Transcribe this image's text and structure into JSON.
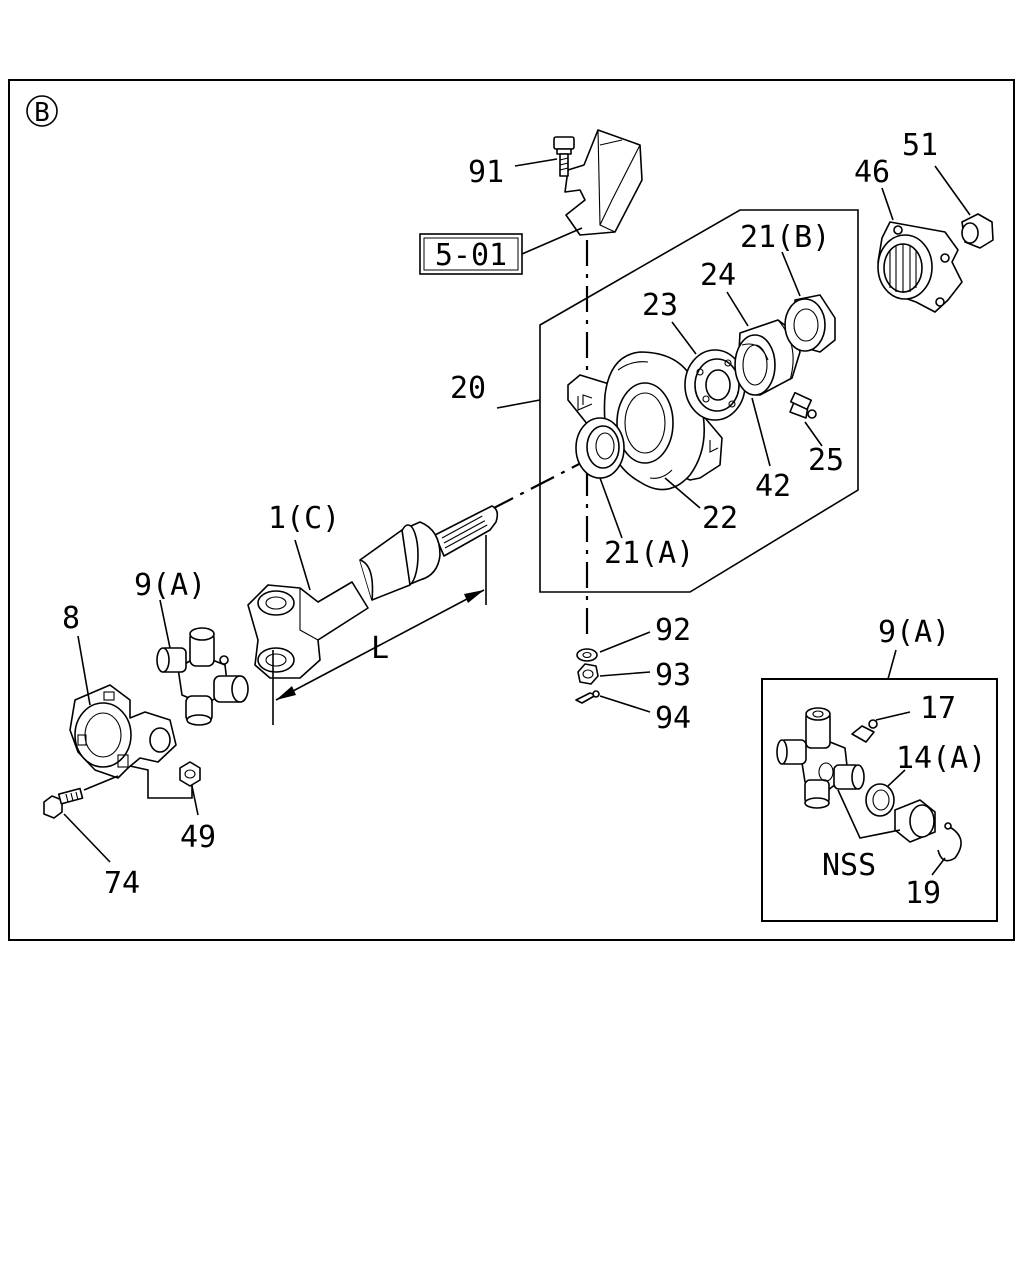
{
  "view_marker": "B",
  "ref_box": "5-01",
  "dimension_label": "L",
  "callouts": {
    "c91": "91",
    "c51": "51",
    "c46": "46",
    "c21b": "21(B)",
    "c24": "24",
    "c23": "23",
    "c20": "20",
    "c25": "25",
    "c42": "42",
    "c22": "22",
    "c1c": "1(C)",
    "c21a": "21(A)",
    "c9a": "9(A)",
    "c8": "8",
    "c92": "92",
    "c93": "93",
    "c94": "94",
    "c49": "49",
    "c74": "74"
  },
  "inset": {
    "title": "9(A)",
    "c17": "17",
    "c14a": "14(A)",
    "nss": "NSS",
    "c19": "19"
  }
}
